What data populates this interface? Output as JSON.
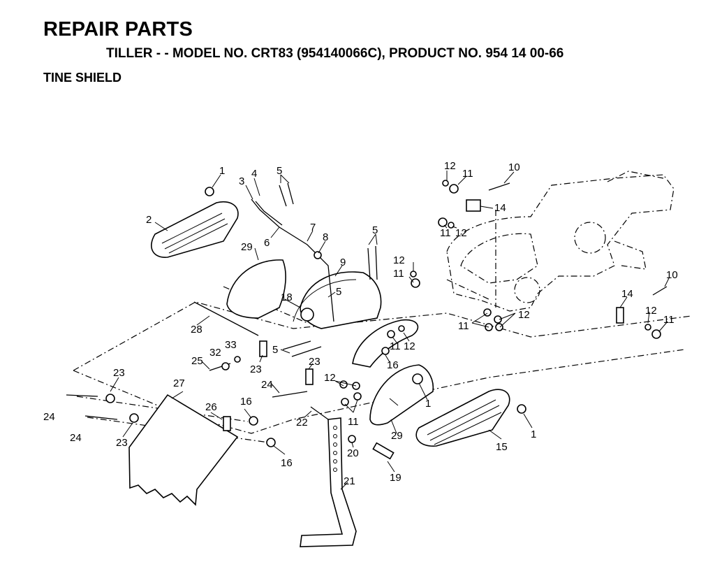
{
  "header": {
    "title": "REPAIR PARTS",
    "subtitle": "TILLER - - MODEL NO. CRT83 (954140066C), PRODUCT NO. 954 14 00-66",
    "section": "TINE SHIELD"
  },
  "callouts": {
    "c1a": "1",
    "c1b": "1",
    "c1c": "1",
    "c2": "2",
    "c3": "3",
    "c4": "4",
    "c5a": "5",
    "c5b": "5",
    "c5c": "5",
    "c5d": "5",
    "c6": "6",
    "c7": "7",
    "c8": "8",
    "c9": "9",
    "c10a": "10",
    "c10b": "10",
    "c11a": "11",
    "c11b": "11",
    "c11c": "11",
    "c11d": "11",
    "c11e": "11",
    "c11f": "11",
    "c11g": "11",
    "c12a": "12",
    "c12b": "12",
    "c12c": "12",
    "c12d": "12",
    "c12e": "12",
    "c12f": "12",
    "c12g": "12",
    "c14a": "14",
    "c14b": "14",
    "c15": "15",
    "c16a": "16",
    "c16b": "16",
    "c16c": "16",
    "c18": "18",
    "c19": "19",
    "c20": "20",
    "c21": "21",
    "c22": "22",
    "c23a": "23",
    "c23b": "23",
    "c23c": "23",
    "c23d": "23",
    "c24a": "24",
    "c24b": "24",
    "c24c": "24",
    "c25": "25",
    "c26": "26",
    "c27": "27",
    "c28": "28",
    "c29a": "29",
    "c29b": "29",
    "c32": "32",
    "c33": "33"
  }
}
